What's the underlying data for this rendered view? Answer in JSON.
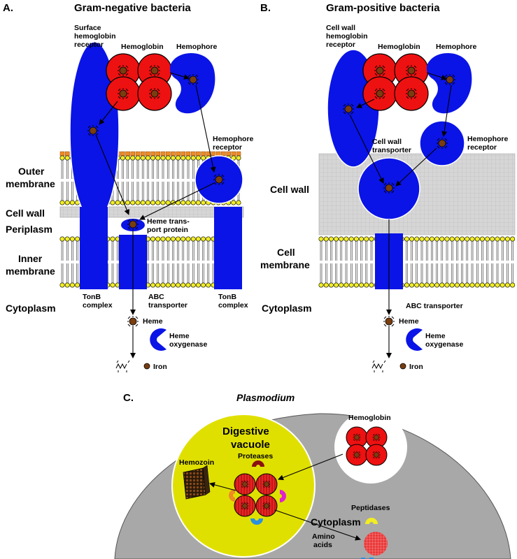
{
  "panels": {
    "a": {
      "letter": "A.",
      "title": "Gram-negative bacteria",
      "surface_receptor": [
        "Surface",
        "hemoglobin",
        "receptor"
      ],
      "hemoglobin": "Hemoglobin",
      "hemophore": "Hemophore",
      "hemophore_receptor": [
        "Hemophore",
        "receptor"
      ],
      "outer_membrane": [
        "Outer",
        "membrane"
      ],
      "cell_wall": "Cell wall",
      "periplasm": "Periplasm",
      "inner_membrane": [
        "Inner",
        "membrane"
      ],
      "cytoplasm": "Cytoplasm",
      "heme_transport": [
        "Heme trans-",
        "port protein"
      ],
      "tonb_left": [
        "TonB",
        "complex"
      ],
      "abc": [
        "ABC",
        "transporter"
      ],
      "tonb_right": [
        "TonB",
        "complex"
      ],
      "heme": "Heme",
      "heme_oxygenase": [
        "Heme",
        "oxygenase"
      ],
      "iron": "Iron"
    },
    "b": {
      "letter": "B.",
      "title": "Gram-positive bacteria",
      "cw_receptor": [
        "Cell wall",
        "hemoglobin",
        "receptor"
      ],
      "hemoglobin": "Hemoglobin",
      "hemophore": "Hemophore",
      "cw_transporter": [
        "Cell wall",
        "transporter"
      ],
      "hemophore_receptor": [
        "Hemophore",
        "receptor"
      ],
      "cell_wall": "Cell wall",
      "cell_membrane": [
        "Cell",
        "membrane"
      ],
      "cytoplasm": "Cytoplasm",
      "abc": "ABC transporter",
      "heme": "Heme",
      "heme_oxygenase": [
        "Heme",
        "oxygenase"
      ],
      "iron": "Iron"
    },
    "c": {
      "letter": "C.",
      "title": "Plasmodium",
      "digestive_vacuole": [
        "Digestive",
        "vacuole"
      ],
      "hemoglobin": "Hemoglobin",
      "proteases": "Proteases",
      "hemozoin": "Hemozoin",
      "peptidases": "Peptidases",
      "cytoplasm": "Cytoplasm",
      "amino_acids": [
        "Amino",
        "acids"
      ]
    }
  },
  "colors": {
    "hemoglobin": "#ee1111",
    "protein_blue": "#0a14e6",
    "heme_brown": "#7a3d10",
    "cell_wall_gray": "#d4d4d4",
    "lipid_head": "#f2ee22",
    "lps_orange": "#f08a24",
    "plasmodium_gray": "#a8a8a8",
    "vacuole_yellow": "#e0e000"
  }
}
